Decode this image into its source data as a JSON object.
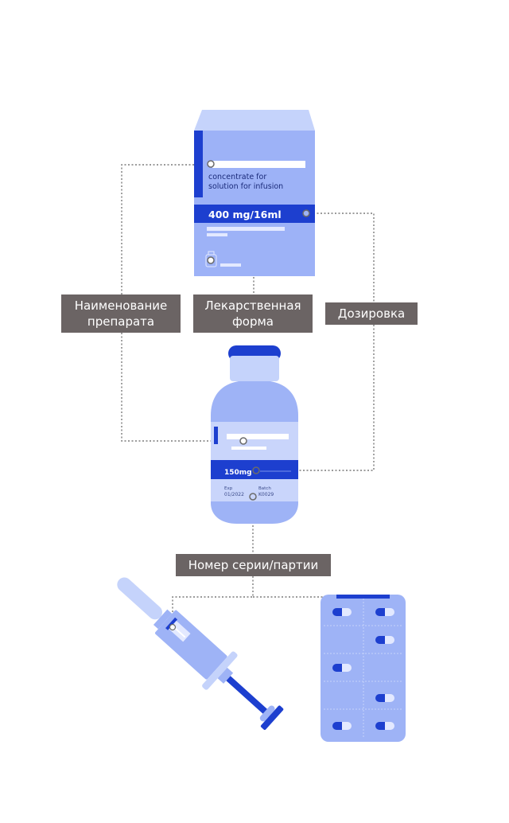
{
  "box": {
    "description": "concentrate for\nsolution for infusion",
    "description_line1": "concentrate for",
    "description_line2": "solution for infusion",
    "strength": "400 mg/16ml"
  },
  "vial": {
    "strength": "150mg",
    "exp_label": "Exp",
    "exp_value": "01/2022",
    "batch_label": "Batch",
    "batch_value": "K0029"
  },
  "labels": {
    "product_name": "Наименование\nпрепарата",
    "dosage_form": "Лекарственная\nформа",
    "dosage": "Дозировка",
    "batch_number": "Номер серии/партии"
  },
  "colors": {
    "box_light": "#c5d3fb",
    "box_body": "#9db2f7",
    "accent_blue": "#1d3fcf",
    "vial_body": "#9eb3f6",
    "label_bg": "#6b6464",
    "connector": "#7a7a7a"
  }
}
